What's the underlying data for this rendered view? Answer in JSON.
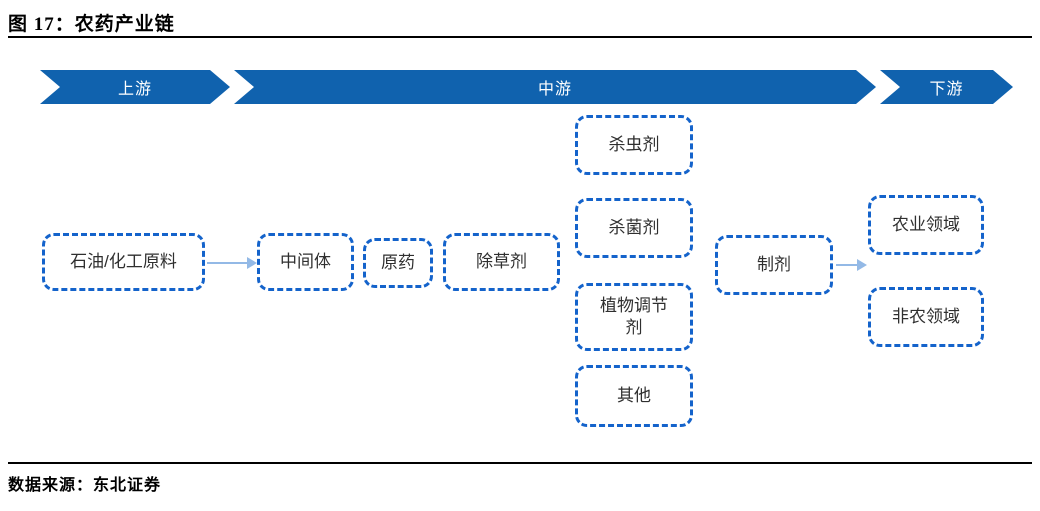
{
  "figure": {
    "title": "图 17：农药产业链",
    "source": "数据来源：东北证券"
  },
  "stages": {
    "upstream": "上游",
    "midstream": "中游",
    "downstream": "下游"
  },
  "nodes": {
    "petrochemical": "石油/化工原料",
    "intermediate": "中间体",
    "technical_material": "原药",
    "herbicide": "除草剂",
    "insecticide": "杀虫剂",
    "fungicide": "杀菌剂",
    "plant_regulator": "植物调节剂",
    "other": "其他",
    "formulation": "制剂",
    "agriculture_field": "农业领域",
    "non_agriculture_field": "非农领域"
  },
  "colors": {
    "banner_blue": "#1062AE",
    "box_border_blue": "#1463CB",
    "connector_blue": "#93B9E6"
  }
}
